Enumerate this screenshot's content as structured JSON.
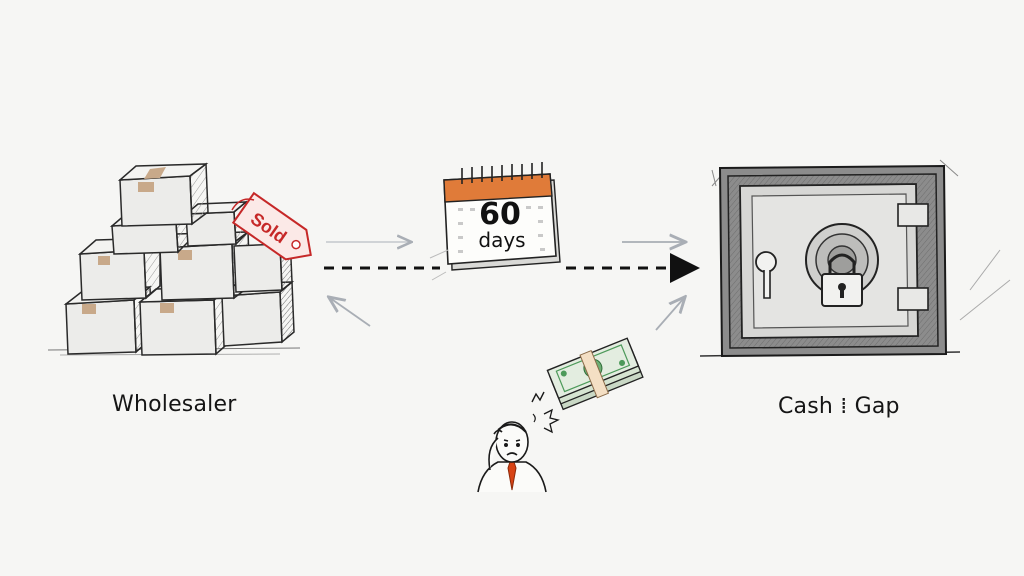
{
  "labels": {
    "wholesaler": "Wholesaler",
    "cash_gap": "Cash ⁞ Gap",
    "sold_tag": "Sold",
    "calendar_number": "60",
    "calendar_unit": "days"
  },
  "colors": {
    "background": "#f6f6f4",
    "ink": "#1a1a1a",
    "tag_red": "#c62828",
    "calendar_orange": "#e07b39",
    "money_green": "#4d9a5a",
    "tie_red": "#d84315",
    "pale_arrow": "#a9aeb5"
  }
}
